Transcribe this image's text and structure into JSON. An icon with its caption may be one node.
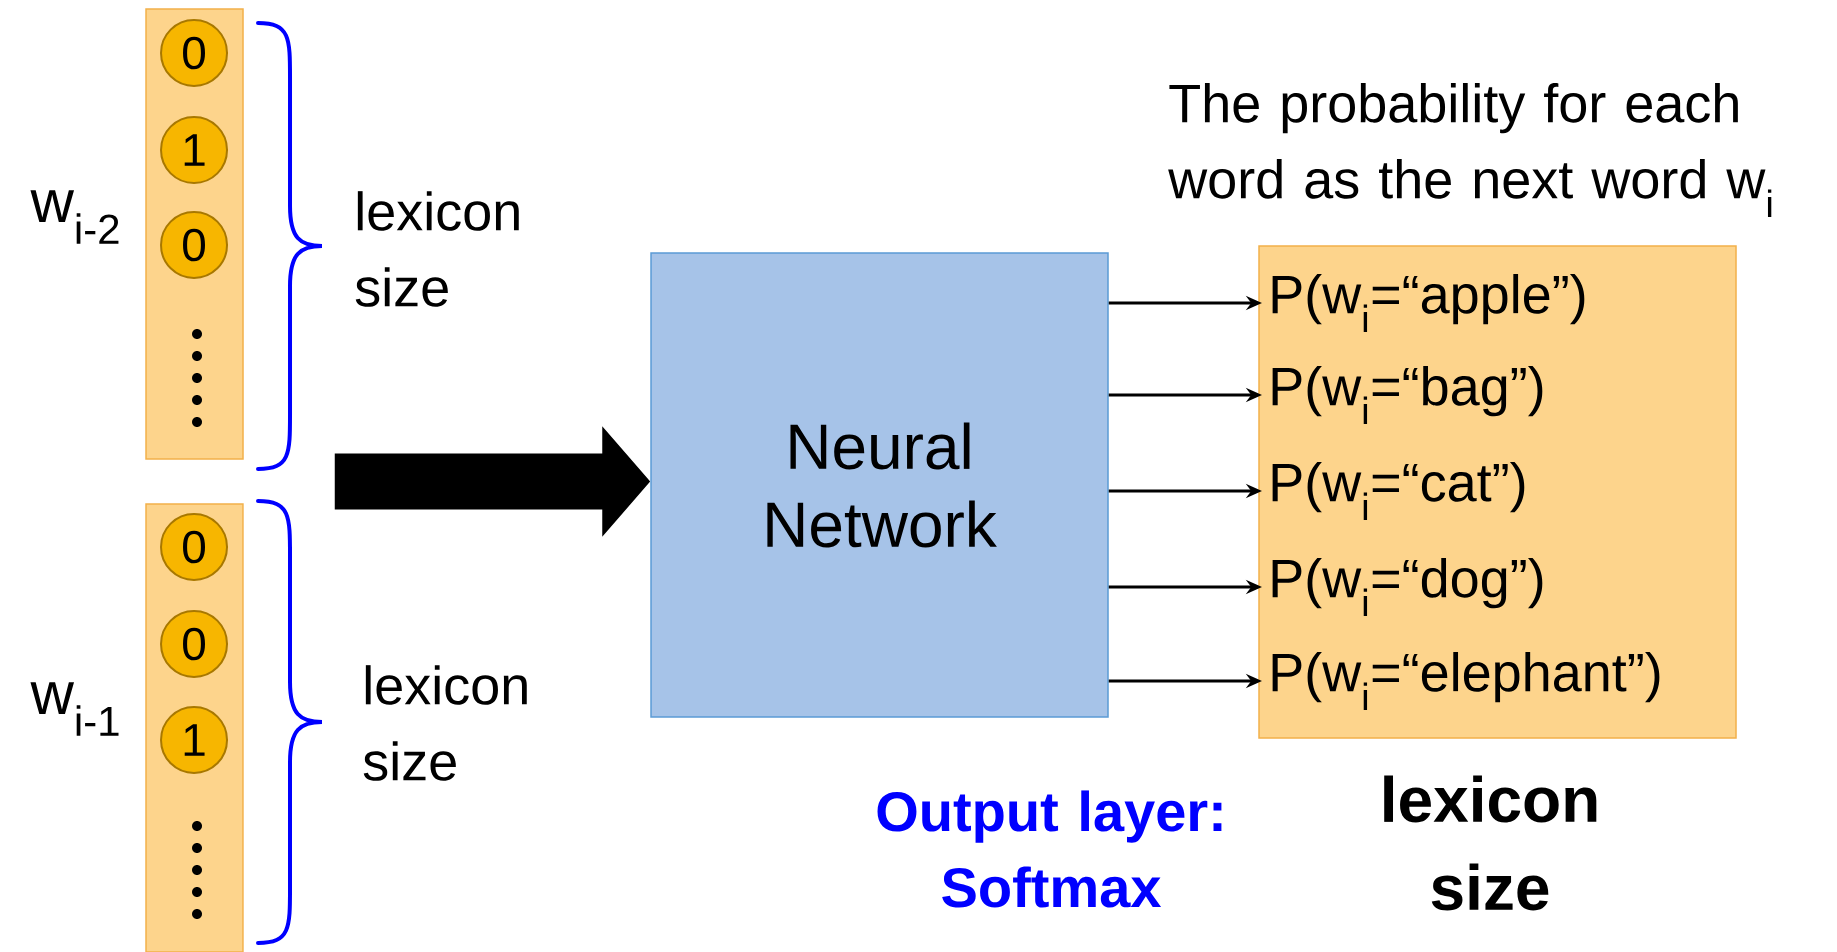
{
  "diagram": {
    "nodes": [
      {
        "text": [],
        "shape": "box",
        "beside": [
          "w$_{i-2}$"
        ]
      },
      {
        "text": [
          "0"
        ],
        "in": 0
      },
      {
        "text": [
          "1"
        ],
        "in": 0
      },
      {
        "text": [
          "0"
        ],
        "in": 0
      },
      {
        "text": [],
        "shape": "box",
        "beside": [
          "w$_{i-1}$"
        ]
      },
      {
        "text": [
          "0"
        ],
        "in": 4
      },
      {
        "text": [
          "0"
        ],
        "in": 4
      },
      {
        "text": [
          "1"
        ],
        "in": 4
      },
      {
        "text": [
          "Neural Network"
        ]
      },
      {
        "text": [],
        "shape": "box"
      },
      {
        "text": [
          "P(w$_{i}$=“apple”)"
        ],
        "in": 9
      },
      {
        "text": [
          "P(w$_{i}$=“bag”)"
        ],
        "in": 9
      },
      {
        "text": [
          "P(w$_{i}$=“cat”)"
        ],
        "in": 9
      },
      {
        "text": [
          "P(w$_{i}$=“dog”)"
        ],
        "in": 9
      },
      {
        "text": [
          "P(w$_{i}$=“elephant”)"
        ],
        "in": 9
      }
    ],
    "edges": [
      {
        "from": 0,
        "to": 8,
        "arrow": "to",
        "style": "thick"
      },
      {
        "from": 4,
        "to": 8,
        "arrow": "to",
        "style": "thick"
      },
      {
        "from": 8,
        "to": 10,
        "arrow": "to"
      },
      {
        "from": 8,
        "to": 11,
        "arrow": "to"
      },
      {
        "from": 8,
        "to": 12,
        "arrow": "to"
      },
      {
        "from": 8,
        "to": 13,
        "arrow": "to"
      },
      {
        "from": 8,
        "to": 14,
        "arrow": "to"
      }
    ],
    "labels": [
      "lexicon size",
      "lexicon size",
      "The probability for each word as the next word w$_{i}$",
      "Output layer: Softmax",
      "lexicon size"
    ]
  }
}
